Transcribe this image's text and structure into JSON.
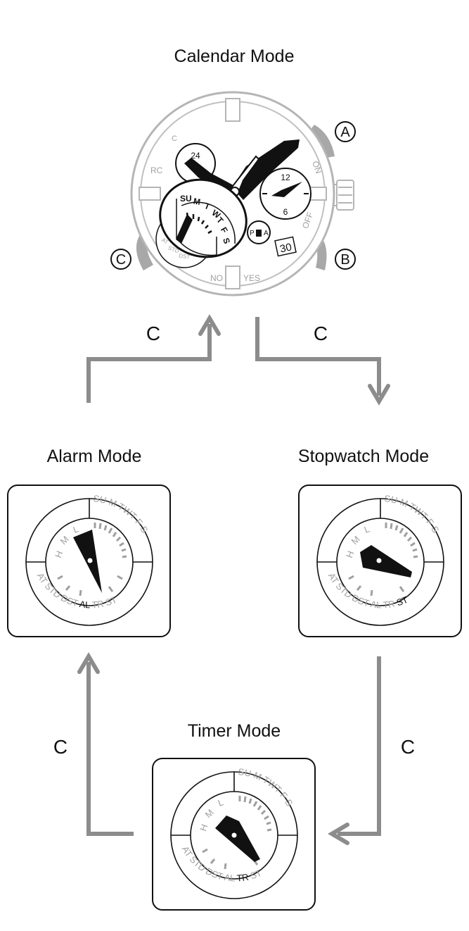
{
  "modes": {
    "calendar": "Calendar Mode",
    "alarm": "Alarm Mode",
    "stopwatch": "Stopwatch Mode",
    "timer": "Timer Mode"
  },
  "arrow_label": "C",
  "buttons": {
    "a": "A",
    "b": "B",
    "c": "C"
  },
  "watch": {
    "bezel_left_top": "C",
    "bezel_rc": "RC",
    "bezel_on": "ON",
    "bezel_off": "OFF",
    "bezel_no": "NO",
    "bezel_yes": "YES",
    "subdial_24": "24",
    "subdial_12": "12",
    "subdial_6": "6",
    "subdial_p": "P",
    "subdial_a": "A",
    "date": "30"
  },
  "dial": {
    "days": [
      "SU",
      "M",
      "T",
      "W",
      "T",
      "F",
      "S"
    ],
    "levels": [
      "H",
      "M",
      "L"
    ],
    "modes_bottom": [
      "AT",
      "STD",
      "DST",
      "AL",
      "TR",
      "ST"
    ]
  },
  "colors": {
    "arrow": "#8c8c8c",
    "bezel": "#b5b5b5",
    "text": "#111111"
  }
}
